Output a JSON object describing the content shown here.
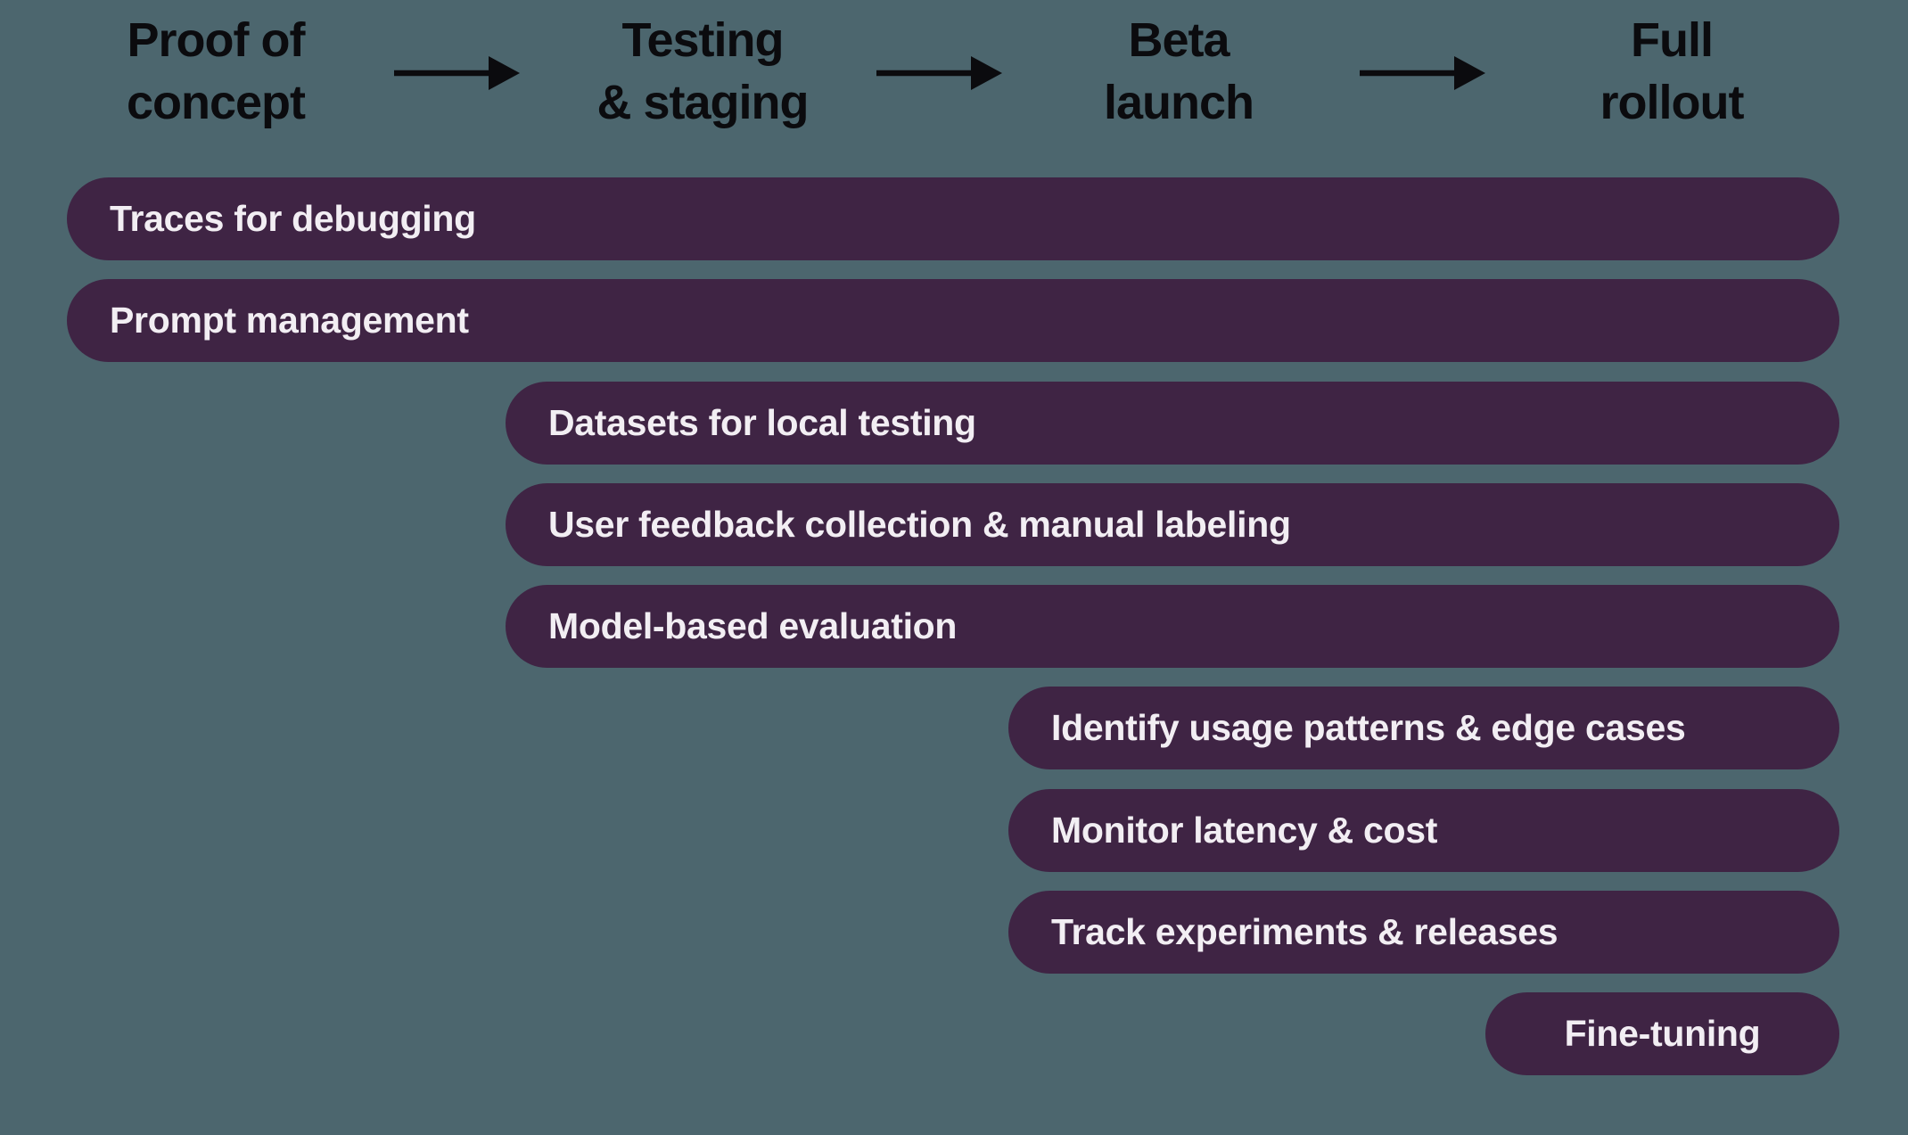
{
  "colors": {
    "background": "#4C666E",
    "bar": "#3F2444",
    "bar_text": "#F2EEF3",
    "header_text": "#0B0B0E",
    "arrow": "#0B0B0E"
  },
  "stages": [
    {
      "line1": "Proof of",
      "line2": "concept"
    },
    {
      "line1": "Testing",
      "line2": "& staging"
    },
    {
      "line1": "Beta",
      "line2": "launch"
    },
    {
      "line1": "Full",
      "line2": "rollout"
    }
  ],
  "bars": [
    {
      "label": "Traces for debugging",
      "start_stage": "Proof of concept"
    },
    {
      "label": "Prompt management",
      "start_stage": "Proof of concept"
    },
    {
      "label": "Datasets for local testing",
      "start_stage": "Testing & staging"
    },
    {
      "label": "User feedback collection & manual labeling",
      "start_stage": "Testing & staging"
    },
    {
      "label": "Model-based evaluation",
      "start_stage": "Testing & staging"
    },
    {
      "label": "Identify usage patterns & edge cases",
      "start_stage": "Beta launch"
    },
    {
      "label": "Monitor latency & cost",
      "start_stage": "Beta launch"
    },
    {
      "label": "Track experiments & releases",
      "start_stage": "Beta launch"
    },
    {
      "label": "Fine-tuning",
      "start_stage": "Full rollout"
    }
  ]
}
